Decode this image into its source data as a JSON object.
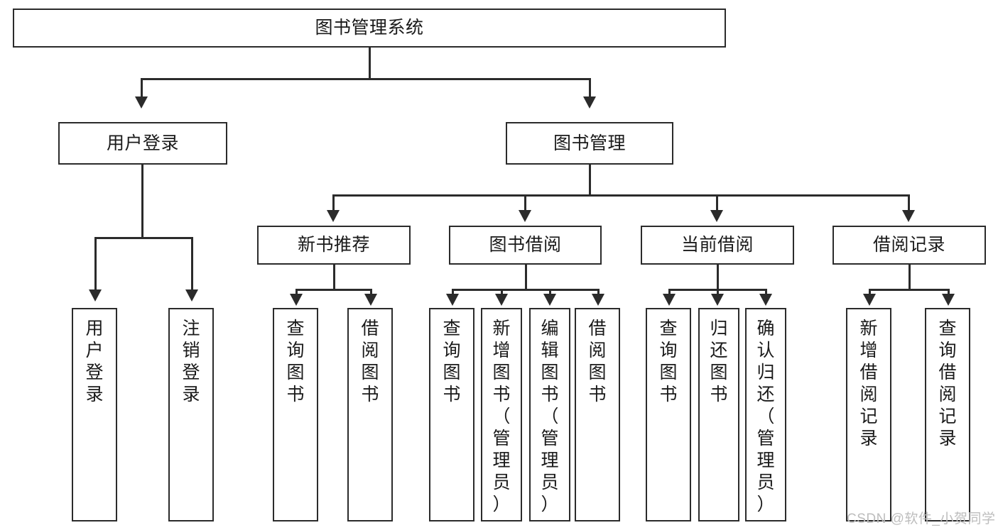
{
  "diagram": {
    "title": "图书管理系统",
    "root": {
      "label": "图书管理系统"
    },
    "level2": [
      {
        "label": "用户登录"
      },
      {
        "label": "图书管理"
      }
    ],
    "level3": [
      {
        "label": "新书推荐"
      },
      {
        "label": "图书借阅"
      },
      {
        "label": "当前借阅"
      },
      {
        "label": "借阅记录"
      }
    ],
    "leaves": {
      "user_login": [
        {
          "label": "用户登录"
        },
        {
          "label": "注销登录"
        }
      ],
      "new_book_recommend": [
        {
          "label": "查询图书"
        },
        {
          "label": "借阅图书"
        }
      ],
      "book_borrow": [
        {
          "label": "查询图书"
        },
        {
          "label": "新增图书（管理员）"
        },
        {
          "label": "编辑图书（管理员）"
        },
        {
          "label": "借阅图书"
        }
      ],
      "current_borrow": [
        {
          "label": "查询图书"
        },
        {
          "label": "归还图书"
        },
        {
          "label": "确认归还（管理员）"
        }
      ],
      "borrow_record": [
        {
          "label": "新增借阅记录"
        },
        {
          "label": "查询借阅记录"
        }
      ]
    }
  },
  "watermark": {
    "text": "CSDN @软件_小贺同学"
  },
  "colors": {
    "stroke": "#2b2b2b",
    "background": "#ffffff",
    "text": "#1a1a1a",
    "watermark": "#bdbdbd"
  }
}
